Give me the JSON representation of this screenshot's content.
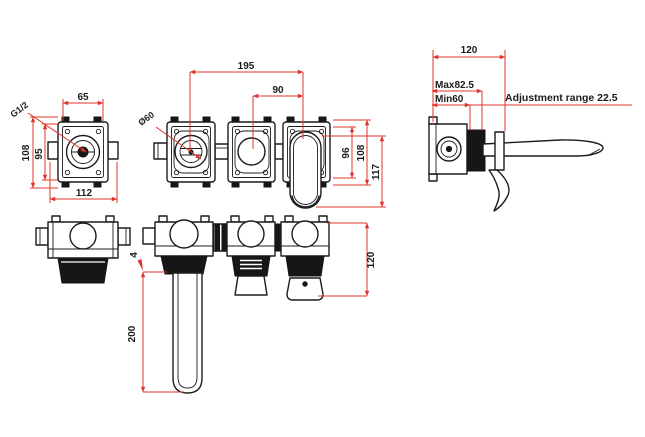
{
  "drawing": {
    "background": "#ffffff",
    "line_color": "#1c1c1c",
    "dimension_color": "#df352b",
    "front_view": {
      "hole_spacing": "65",
      "plate_width": "112",
      "plate_height": "108",
      "hole_height": "95",
      "thread": "G1/2"
    },
    "trim_view": {
      "overall_span": "195",
      "handle_spacing": "90",
      "escutcheon_diameter": "Ø60",
      "height_inner": "96",
      "height_outer": "108",
      "height_total": "117"
    },
    "side_view": {
      "spout_reach": "120",
      "max_depth": "Max82.5",
      "min_depth": "Min60",
      "adjustment": "Adjustment range 22.5"
    },
    "install_view": {
      "wall_gap": "4",
      "spout_length": "200",
      "handle_height": "120"
    }
  }
}
